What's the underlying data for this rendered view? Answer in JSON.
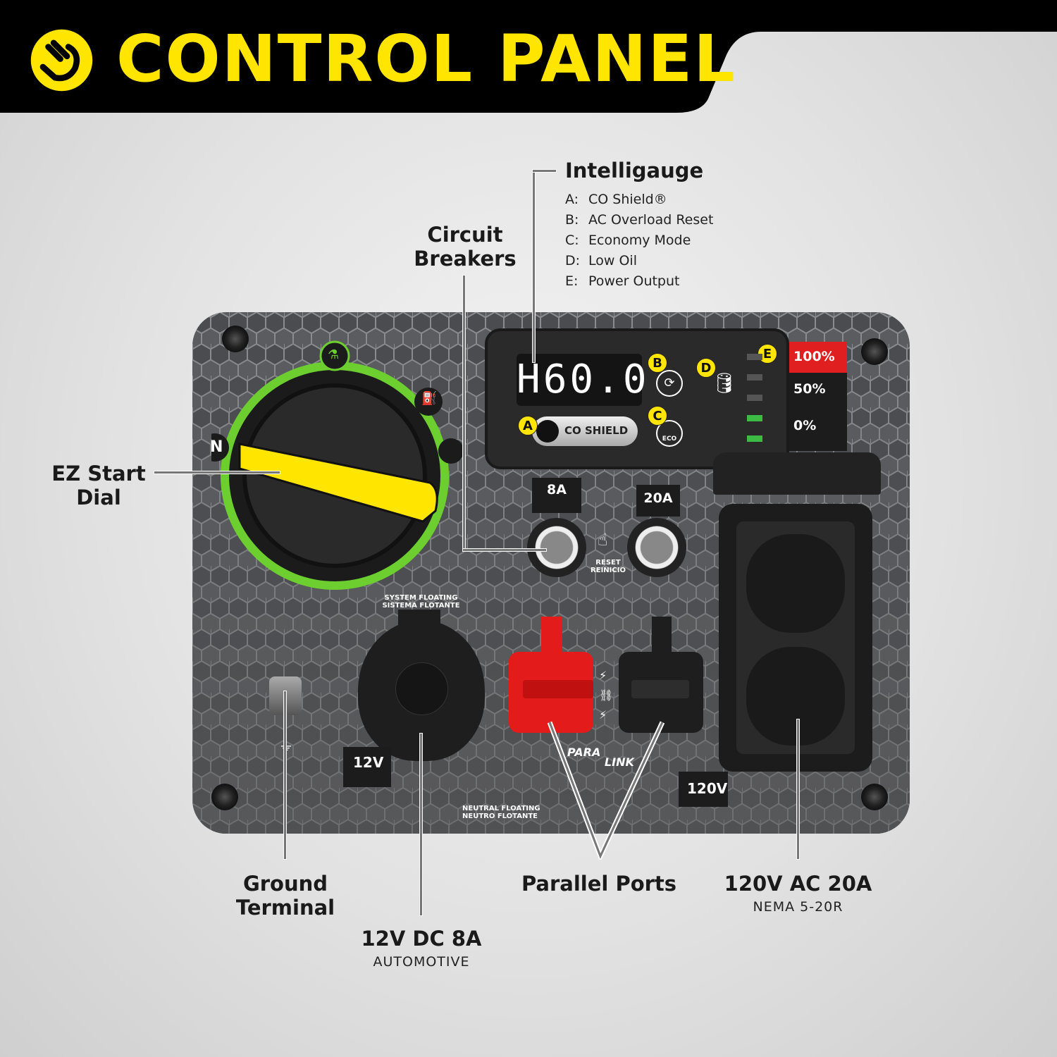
{
  "header": {
    "title": "CONTROL PANEL",
    "logo_icon": "hand-logo-icon",
    "bg": "#000000",
    "accent": "#ffe500"
  },
  "intelligauge": {
    "title": "Intelligauge",
    "items": [
      {
        "key": "A:",
        "label": "CO Shield®"
      },
      {
        "key": "B:",
        "label": "AC Overload Reset"
      },
      {
        "key": "C:",
        "label": "Economy Mode"
      },
      {
        "key": "D:",
        "label": "Low Oil"
      },
      {
        "key": "E:",
        "label": "Power Output"
      }
    ]
  },
  "callouts": {
    "breakers": [
      "Circuit",
      "Breakers"
    ],
    "dial": [
      "EZ Start",
      "Dial"
    ],
    "ground": [
      "Ground",
      "Terminal"
    ],
    "dc": {
      "title": "12V DC 8A",
      "sub": "AUTOMOTIVE"
    },
    "parallel": "Parallel Ports",
    "ac": {
      "title": "120V AC 20A",
      "sub": "NEMA 5-20R"
    }
  },
  "panel": {
    "display": "H60.0",
    "badges": [
      "A",
      "B",
      "C",
      "D",
      "E"
    ],
    "shield_logo": "CO SHIELD",
    "eco": "ECO",
    "power_levels": [
      "100%",
      "50%",
      "0%"
    ],
    "power_output_lit_bars": 2,
    "power_output_total_bars": 5,
    "breaker_8a": "8A",
    "breaker_20a": "20A",
    "reset": [
      "RESET",
      "REINICIO"
    ],
    "system_floating": [
      "SYSTEM FLOATING",
      "SISTEMA FLOTANTE"
    ],
    "neutral_floating": [
      "NEUTRAL FLOATING",
      "NEUTRO FLOTANTE"
    ],
    "dc_label": "12V",
    "ac_label": "120V",
    "paralink": [
      "PARA",
      "LINK"
    ],
    "colors": {
      "panel": "#5a5c60",
      "dial_ring": "#6ccf2f",
      "knob": "#ffe500",
      "red_port": "#e31b1b",
      "led_on": "#3dbb45",
      "full_band": "#e02020"
    }
  }
}
